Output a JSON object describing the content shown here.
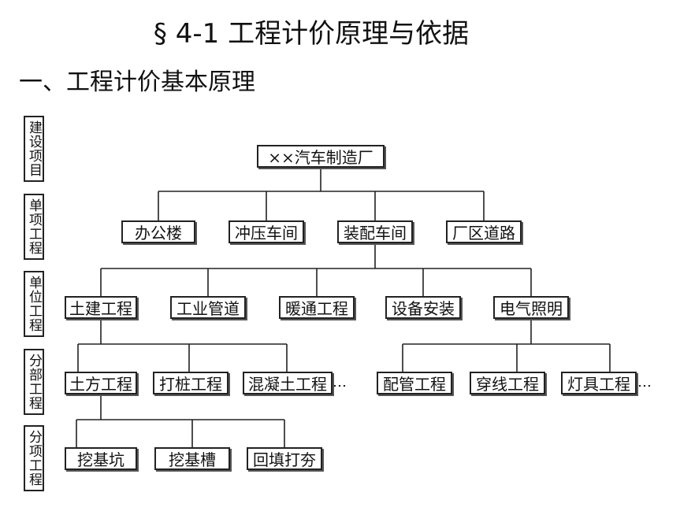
{
  "slide": {
    "title": "§ 4-1 工程计价原理与依据",
    "section": "一、工程计价基本原理"
  },
  "levels": [
    "建设项目",
    "单项工程",
    "单位工程",
    "分部工程",
    "分项工程"
  ],
  "tree": {
    "root": "××汽车制造厂",
    "single_projects": [
      "办公楼",
      "冲压车间",
      "装配车间",
      "厂区道路"
    ],
    "unit_projects": [
      "土建工程",
      "工业管道",
      "暖通工程",
      "设备安装",
      "电气照明"
    ],
    "divisional_left": [
      "土方工程",
      "打桩工程",
      "混凝土工程"
    ],
    "divisional_right": [
      "配管工程",
      "穿线工程",
      "灯具工程"
    ],
    "subitems": [
      "挖基坑",
      "挖基槽",
      "回填打夯"
    ],
    "ellipsis": "…"
  },
  "colors": {
    "line": "#222222",
    "background": "#ffffff",
    "text": "#111111"
  }
}
